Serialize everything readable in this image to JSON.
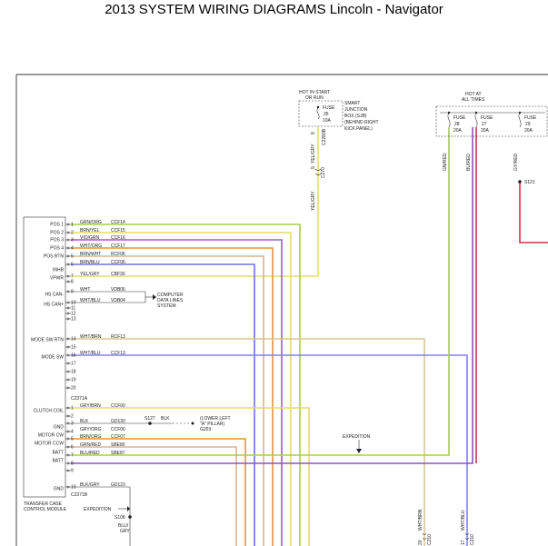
{
  "title": "2013 SYSTEM WIRING DIAGRAMS Lincoln - Navigator",
  "colors": {
    "green": "#a9cf42",
    "yellow": "#e6dc6a",
    "violet": "#9a5ec4",
    "orange": "#e8903a",
    "brown": "#e0b090",
    "blue": "#7070e0",
    "purple": "#9050c0",
    "red": "#d0304a",
    "tan": "#c8a060",
    "gray": "#6a6a6a"
  },
  "power": {
    "hot_run_l1": "HOT IN START",
    "hot_run_l2": "OR RUN",
    "fuse35": [
      "FUSE",
      "35",
      "10A"
    ],
    "sjb_lines": [
      "SMART",
      "JUNCTION",
      "BOX (SJB)",
      "(BEHIND RIGHT",
      "KICK PANEL)"
    ],
    "sjb_pin": "C2280B",
    "sjb_pin_num": "8",
    "hot_all_l1": "HOT AT",
    "hot_all_l2": "ALL TIMES",
    "fuses_right": [
      {
        "label": "FUSE",
        "num": "28",
        "amp": "20A"
      },
      {
        "label": "FUSE",
        "num": "27",
        "amp": "20A"
      },
      {
        "label": "FUSE",
        "num": "29",
        "amp": "20A"
      }
    ],
    "wire_sbe_1": "GN/RED",
    "wire_sbe_2": "BU/RED",
    "wire_sbe_3": "GY/RED",
    "s121": "S121",
    "yel_gry_wire": "YEL/GRY",
    "yel_gry_wire2": "YEL/GRY",
    "c270": "C270",
    "c270b": "9"
  },
  "module": {
    "name_l1": "TRANSFER CASE",
    "name_l2": "CONTROL MODULE",
    "pin_labels": [
      "POS 1",
      "POS 2",
      "POS 3",
      "POS 4",
      "POS RTN",
      "INHB",
      "VPWR",
      "HS CAN-",
      "HS CAN+",
      "MODE SW RTN",
      "MODE SW",
      "CLUTCH COIL",
      "GND",
      "MOTOR CW",
      "MOTOR CCW",
      "BATT",
      "BATT",
      "GND"
    ],
    "connector_a": "C2371A",
    "connector_b": "C2371B"
  },
  "pins_a": [
    {
      "num": "1",
      "wire": "GRN/ORG",
      "circuit": "CCF14"
    },
    {
      "num": "2",
      "wire": "BRN/YEL",
      "circuit": "CCF15"
    },
    {
      "num": "3",
      "wire": "VIO/GRN",
      "circuit": "CCF16"
    },
    {
      "num": "4",
      "wire": "WHT/ORG",
      "circuit": "CCF17"
    },
    {
      "num": "5",
      "wire": "BRN/WHT",
      "circuit": "RCF06"
    },
    {
      "num": "6",
      "wire": "BRN/BLU",
      "circuit": "CCF06"
    },
    {
      "num": "7",
      "wire": "YEL/GRY",
      "circuit": "CBF30"
    },
    {
      "num": "8",
      "wire": "",
      "circuit": ""
    },
    {
      "num": "9",
      "wire": "WHT",
      "circuit": "VDB06"
    },
    {
      "num": "10",
      "wire": "WHT/BLU",
      "circuit": "VDB04"
    },
    {
      "num": "11",
      "wire": "",
      "circuit": ""
    },
    {
      "num": "12",
      "wire": "",
      "circuit": ""
    },
    {
      "num": "13",
      "wire": "",
      "circuit": ""
    },
    {
      "num": "14",
      "wire": "WHT/BRN",
      "circuit": "RCF13"
    },
    {
      "num": "15",
      "wire": "",
      "circuit": ""
    },
    {
      "num": "16",
      "wire": "WHT/BLU",
      "circuit": "CCF13"
    },
    {
      "num": "17",
      "wire": "",
      "circuit": ""
    },
    {
      "num": "18",
      "wire": "",
      "circuit": ""
    },
    {
      "num": "19",
      "wire": "",
      "circuit": ""
    },
    {
      "num": "20",
      "wire": "",
      "circuit": ""
    }
  ],
  "pins_b": [
    {
      "num": "1",
      "wire": "GRY/BRN",
      "circuit": "CCF00"
    },
    {
      "num": "2",
      "wire": "",
      "circuit": ""
    },
    {
      "num": "3",
      "wire": "BLK",
      "circuit": "GD130"
    },
    {
      "num": "4",
      "wire": "GRY/ORG",
      "circuit": "CCF06"
    },
    {
      "num": "5",
      "wire": "BRN/ORG",
      "circuit": "CCF07"
    },
    {
      "num": "6",
      "wire": "GRN/RED",
      "circuit": "SBE80"
    },
    {
      "num": "7",
      "wire": "BLU/RED",
      "circuit": "SBE87"
    },
    {
      "num": "8",
      "wire": "",
      "circuit": ""
    },
    {
      "num": "9",
      "wire": "",
      "circuit": ""
    },
    {
      "num": "10",
      "wire": "BLK/GRY",
      "circuit": "GD123"
    }
  ],
  "computer": [
    "COMPUTER",
    "DATA LINES",
    "SYSTEM"
  ],
  "s127": "S127",
  "s127_wire": "BLK",
  "ground_l1": "(LOWER LEFT",
  "ground_l2": "\"A\" PILLAR)",
  "g203": "G203",
  "expedition": "EXPEDITION",
  "expedition2": "EXPEDITION",
  "s108": "S108",
  "bottom_wire_l1": "BLU/",
  "bottom_wire_l2": "GRY",
  "bottom_connectors": [
    {
      "wire": "WHT/BRN",
      "pin": "20",
      "conn": "C210"
    },
    {
      "wire": "WHT/BLU",
      "pin": "17",
      "conn": "C210"
    }
  ]
}
